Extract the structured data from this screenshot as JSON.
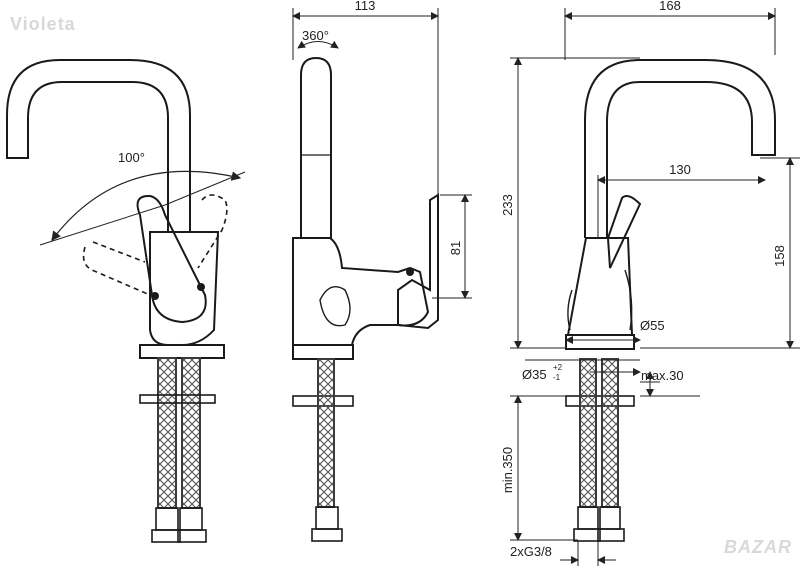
{
  "watermark": "Violeta",
  "brand": "BAZAR",
  "dimensions": {
    "side_width": "113",
    "front_width": "168",
    "swivel": "360°",
    "lever_angle": "100°",
    "lever_height": "81",
    "total_height": "233",
    "spout_reach": "130",
    "spout_height": "158",
    "base_diameter": "Ø55",
    "hole_diameter": "Ø35",
    "hole_tol_plus": "+2",
    "hole_tol_minus": "-1",
    "max_thickness": "max.30",
    "hose_length": "min.350",
    "connection": "2xG3/8"
  },
  "colors": {
    "line": "#1a1a1a",
    "dim": "#222222",
    "hose": "#3a3a3a"
  }
}
